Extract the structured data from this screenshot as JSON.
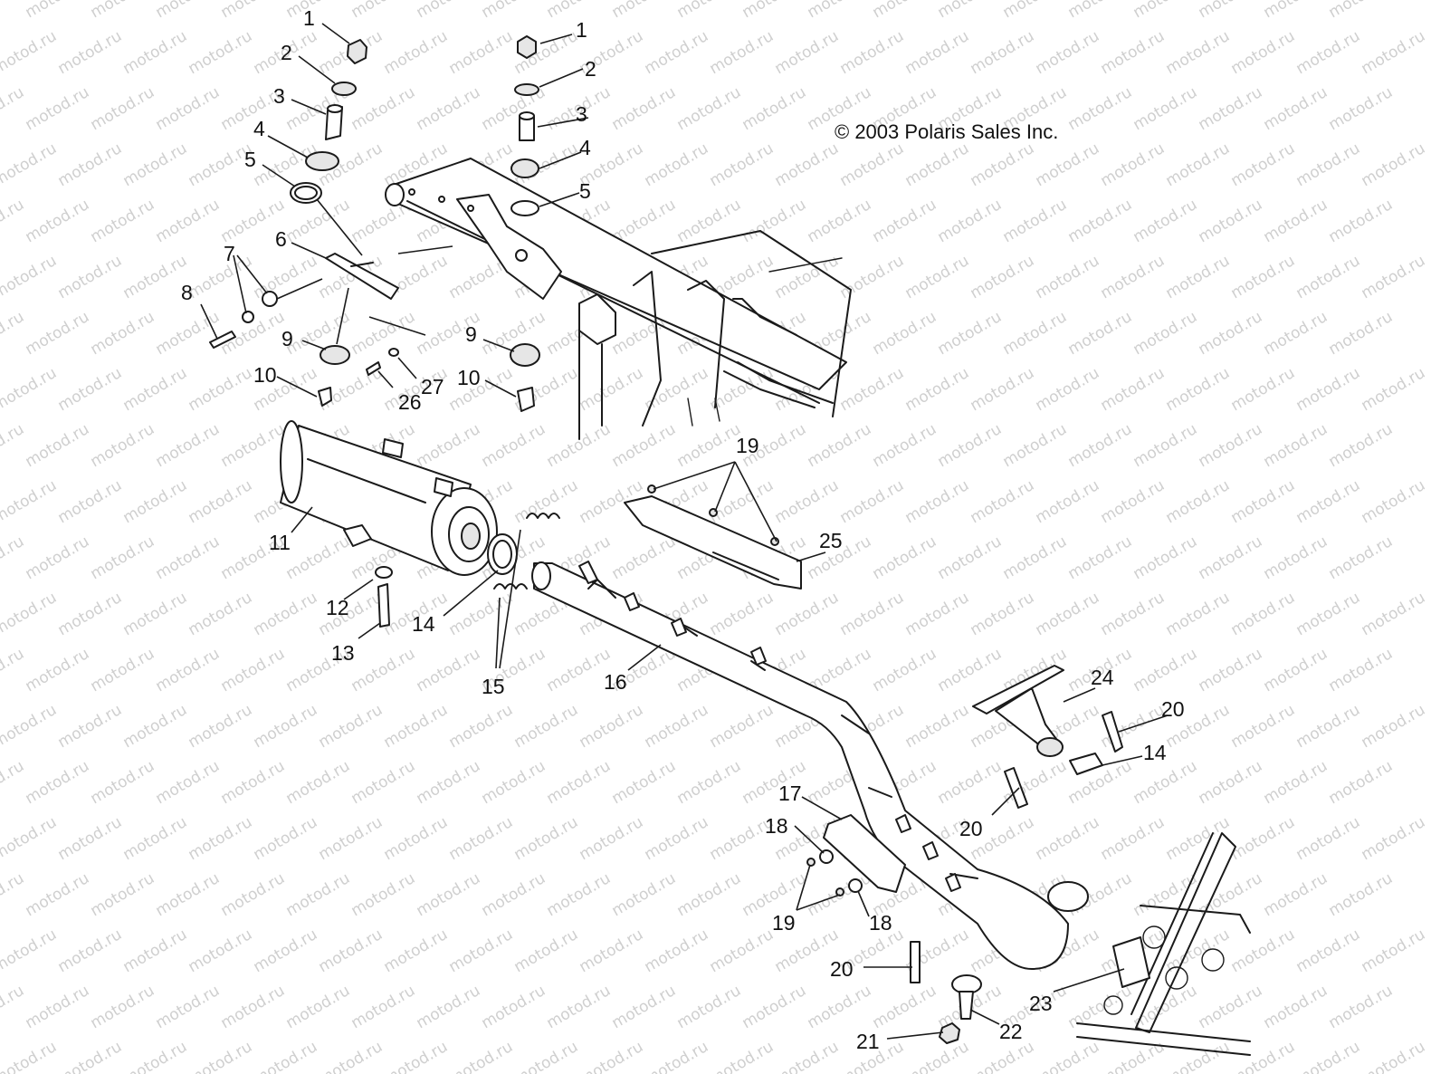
{
  "copyright": "© 2003 Polaris Sales Inc.",
  "watermark": "motod.ru",
  "callouts": {
    "c1a": "1",
    "c2a": "2",
    "c3a": "3",
    "c4a": "4",
    "c5a": "5",
    "c1b": "1",
    "c2b": "2",
    "c3b": "3",
    "c4b": "4",
    "c5b": "5",
    "c6": "6",
    "c7": "7",
    "c8": "8",
    "c9a": "9",
    "c9b": "9",
    "c10a": "10",
    "c10b": "10",
    "c26": "26",
    "c27": "27",
    "c11": "11",
    "c12": "12",
    "c13": "13",
    "c14a": "14",
    "c14b": "14",
    "c15": "15",
    "c16": "16",
    "c17": "17",
    "c18a": "18",
    "c18b": "18",
    "c19a": "19",
    "c19b": "19",
    "c20a": "20",
    "c20b": "20",
    "c20c": "20",
    "c21": "21",
    "c22": "22",
    "c23": "23",
    "c24": "24",
    "c25": "25"
  }
}
